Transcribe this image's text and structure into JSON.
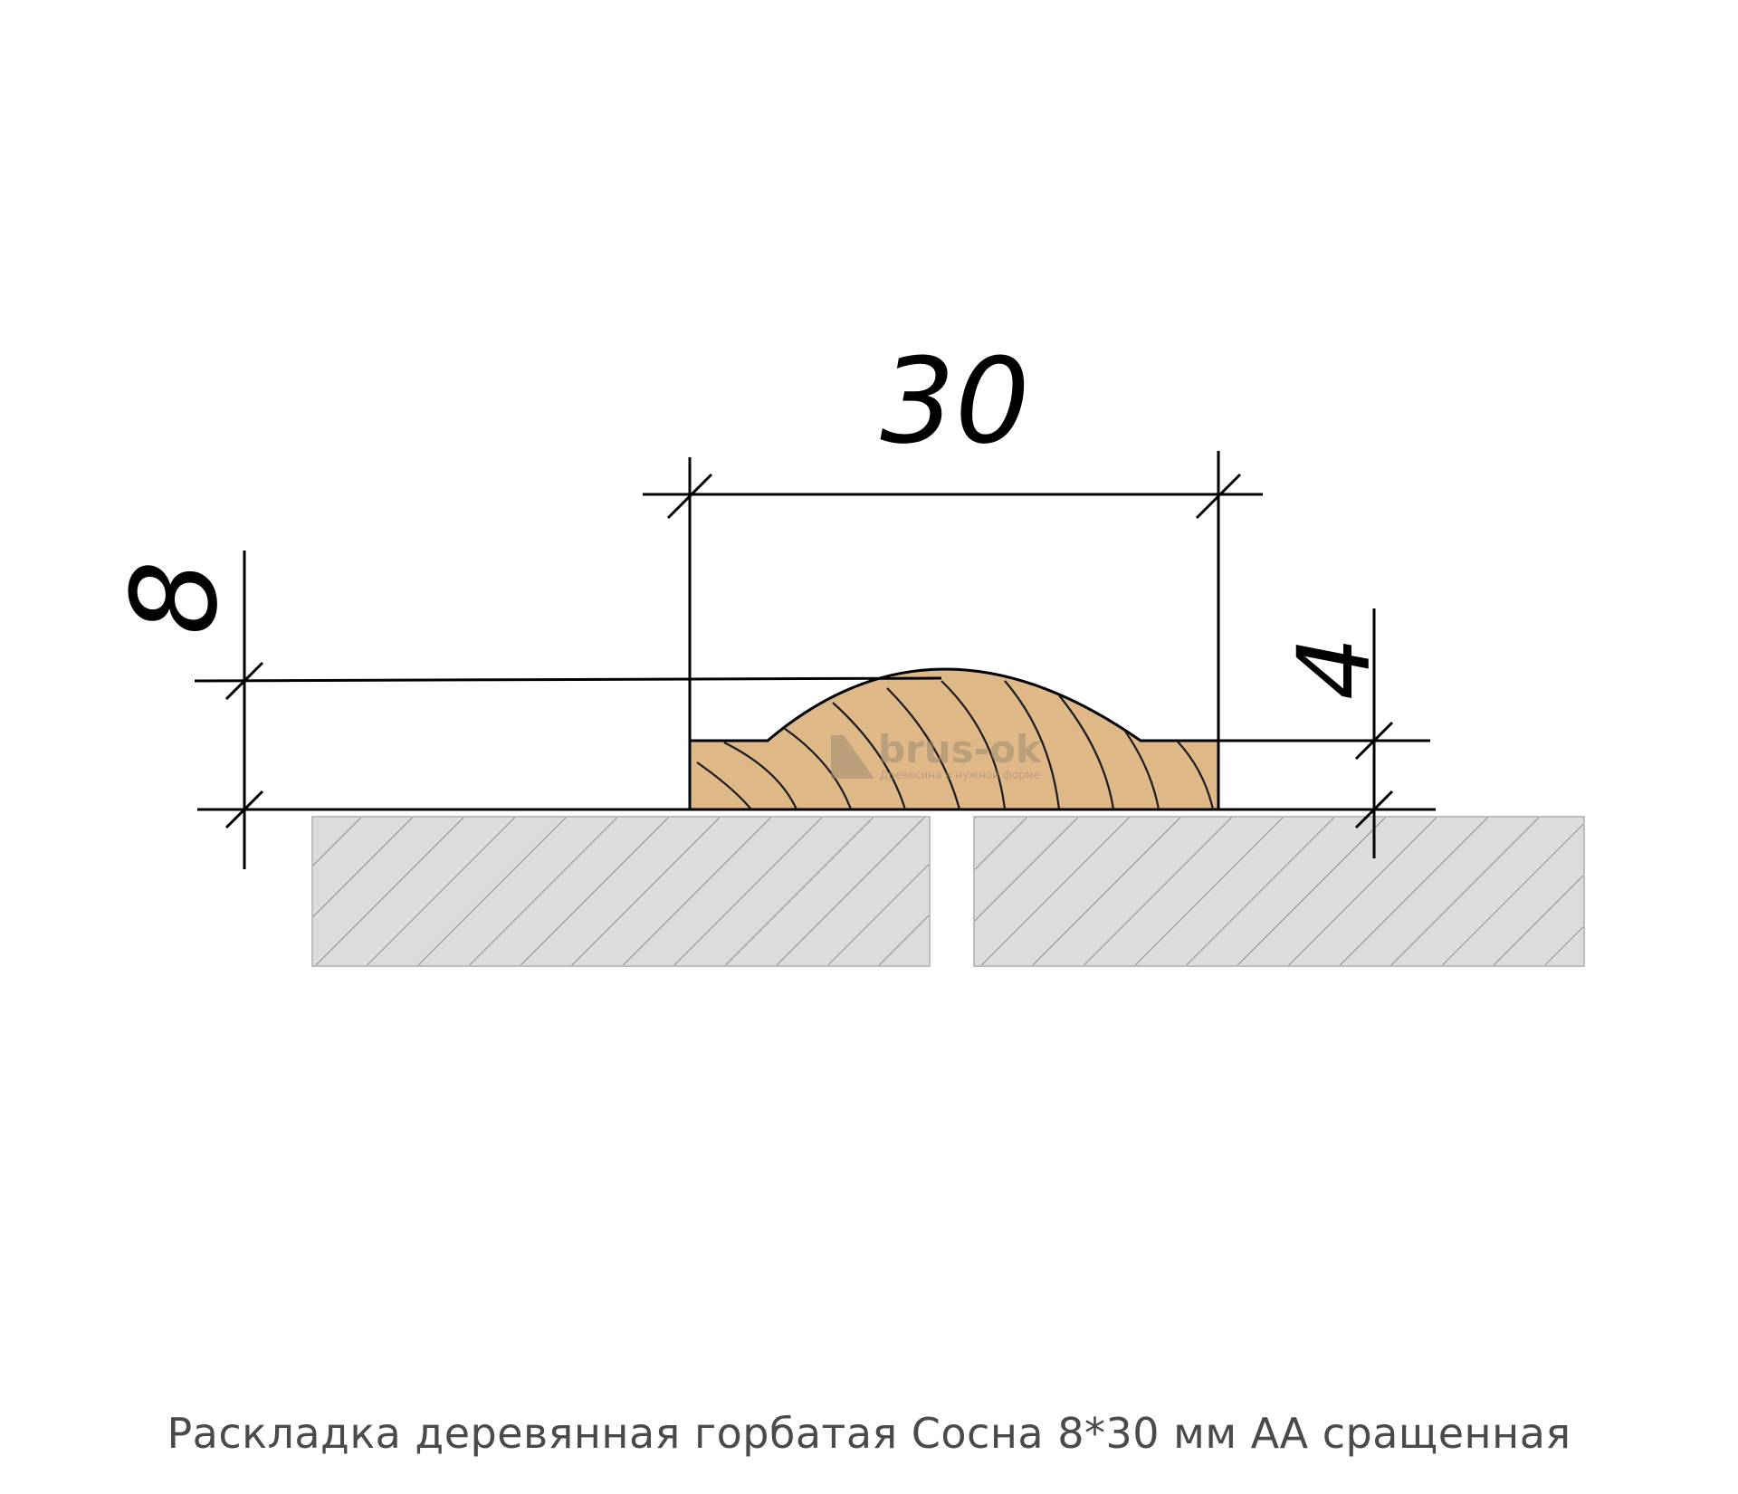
{
  "dimensions": {
    "width": "30",
    "height_total": "8",
    "height_base": "4"
  },
  "watermark": {
    "brand": "brus-ok",
    "tagline": "Древесина в нужной форме"
  },
  "caption": "Раскладка деревянная горбатая Сосна 8*30 мм АА сращенная",
  "colors": {
    "wood": "#deb887",
    "board_fill": "#dcdcdc",
    "board_hatch": "#8c8c8c",
    "line": "#000000",
    "caption": "#4a4a4a",
    "watermark": "#a08a70"
  }
}
